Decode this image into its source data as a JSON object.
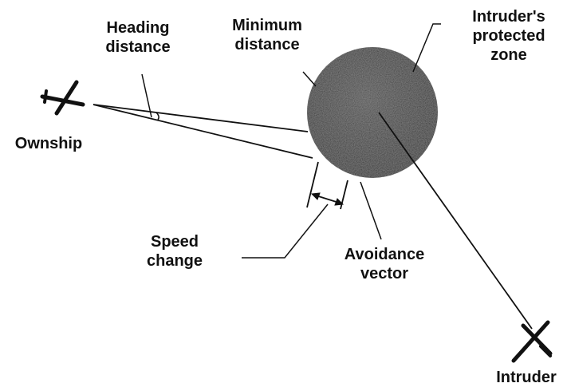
{
  "labels": {
    "heading_distance": [
      "Heading",
      "distance"
    ],
    "minimum_distance": [
      "Minimum",
      "distance"
    ],
    "protected_zone": [
      "Intruder's",
      "protected",
      "zone"
    ],
    "ownship": "Ownship",
    "speed_change": [
      "Speed",
      "change"
    ],
    "avoidance_vector": [
      "Avoidance",
      "vector"
    ],
    "intruder": "Intruder"
  },
  "colors": {
    "ink": "#111111",
    "zone_fill": "#3a3a3a"
  }
}
